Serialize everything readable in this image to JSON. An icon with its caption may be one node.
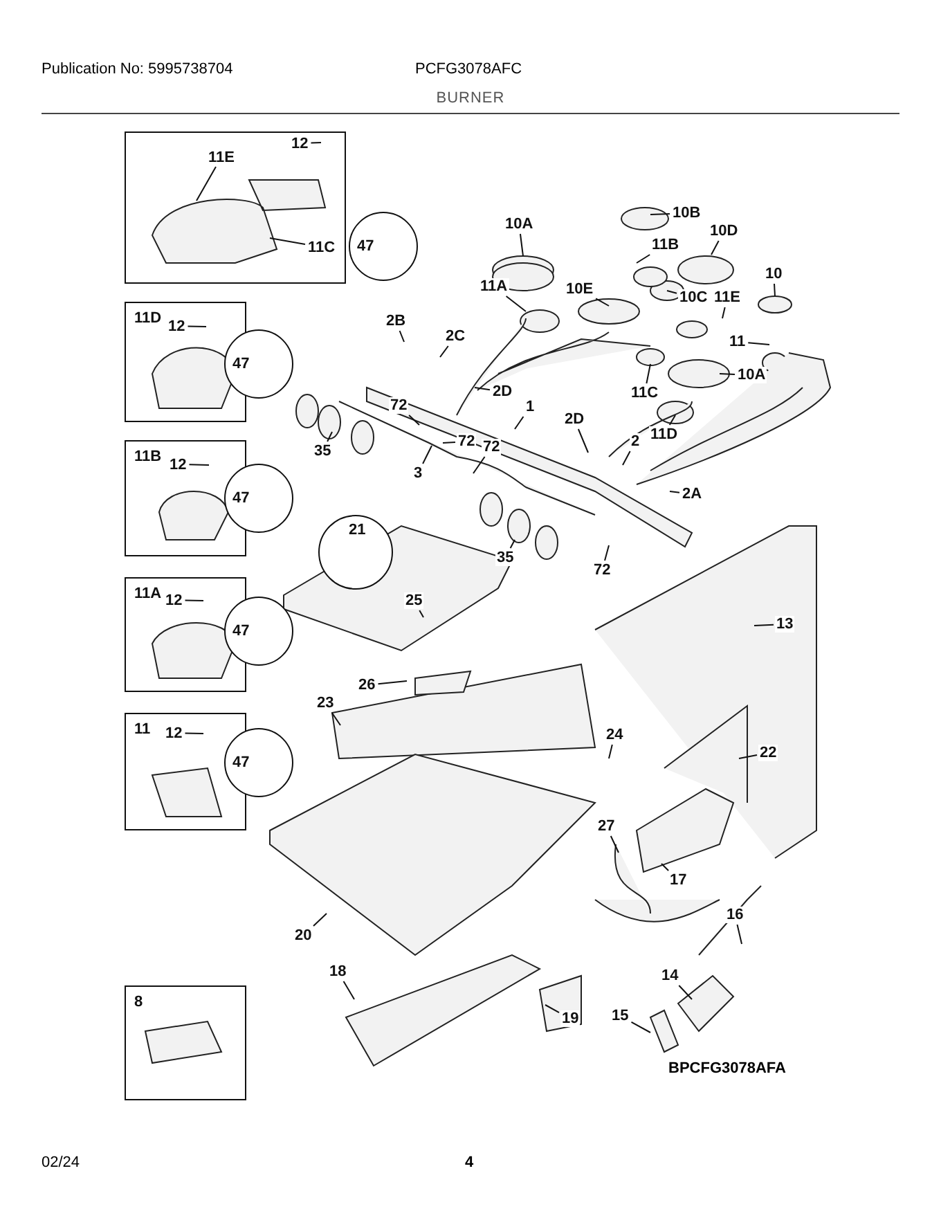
{
  "diagram": {
    "title": "BURNER",
    "nodes": [
      {
        "text": [],
        "shape": "box"
      },
      {
        "text": [
          "11E"
        ],
        "in": 0
      },
      {
        "text": [
          "12"
        ],
        "in": 0
      },
      {
        "text": [
          "11C"
        ],
        "in": 0
      },
      {
        "text": [
          "47"
        ]
      },
      {
        "text": [
          "11D"
        ]
      },
      {
        "text": [
          "12"
        ],
        "in": 5
      },
      {
        "text": [
          "47"
        ]
      },
      {
        "text": [
          "11B"
        ]
      },
      {
        "text": [
          "12"
        ],
        "in": 8
      },
      {
        "text": [
          "47"
        ]
      },
      {
        "text": [
          "11A"
        ]
      },
      {
        "text": [
          "12"
        ],
        "in": 11
      },
      {
        "text": [
          "47"
        ]
      },
      {
        "text": [
          "11"
        ]
      },
      {
        "text": [
          "12"
        ],
        "in": 14
      },
      {
        "text": [
          "47"
        ]
      },
      {
        "text": [
          "8"
        ]
      },
      {
        "text": [
          "21"
        ]
      },
      {
        "text": [
          "10A"
        ]
      },
      {
        "text": [
          "10B"
        ]
      },
      {
        "text": [
          "10D"
        ]
      },
      {
        "text": [
          "11B"
        ]
      },
      {
        "text": [
          "10E"
        ]
      },
      {
        "text": [
          "10C"
        ]
      },
      {
        "text": [
          "11E"
        ]
      },
      {
        "text": [
          "10"
        ]
      },
      {
        "text": [
          "11A"
        ]
      },
      {
        "text": [
          "2B"
        ]
      },
      {
        "text": [
          "2C"
        ]
      },
      {
        "text": [
          "11"
        ]
      },
      {
        "text": [
          "11C"
        ]
      },
      {
        "text": [
          "10A"
        ]
      },
      {
        "text": [
          "2D"
        ]
      },
      {
        "text": [
          "1"
        ]
      },
      {
        "text": [
          "2D"
        ]
      },
      {
        "text": [
          "72"
        ]
      },
      {
        "text": [
          "72"
        ]
      },
      {
        "text": [
          "72"
        ]
      },
      {
        "text": [
          "2"
        ]
      },
      {
        "text": [
          "11D"
        ]
      },
      {
        "text": [
          "35"
        ]
      },
      {
        "text": [
          "3"
        ]
      },
      {
        "text": [
          "2A"
        ]
      },
      {
        "text": [
          "35"
        ]
      },
      {
        "text": [
          "72"
        ]
      },
      {
        "text": [
          "25"
        ]
      },
      {
        "text": [
          "13"
        ]
      },
      {
        "text": [
          "26"
        ]
      },
      {
        "text": [
          "23"
        ]
      },
      {
        "text": [
          "24"
        ]
      },
      {
        "text": [
          "22"
        ]
      },
      {
        "text": [
          "27"
        ]
      },
      {
        "text": [
          "17"
        ]
      },
      {
        "text": [
          "16"
        ]
      },
      {
        "text": [
          "20"
        ]
      },
      {
        "text": [
          "14"
        ]
      },
      {
        "text": [
          "18"
        ]
      },
      {
        "text": [
          "15"
        ]
      },
      {
        "text": [
          "19"
        ]
      }
    ],
    "edges": [
      {
        "from": 1,
        "to": null,
        "arrow": "none"
      },
      {
        "from": 2,
        "to": null,
        "arrow": "none"
      },
      {
        "from": 3,
        "to": null,
        "arrow": "none"
      },
      {
        "from": 6,
        "to": null,
        "arrow": "none"
      },
      {
        "from": 9,
        "to": null,
        "arrow": "none"
      },
      {
        "from": 12,
        "to": null,
        "arrow": "none"
      },
      {
        "from": 15,
        "to": null,
        "arrow": "none"
      },
      {
        "from": 19,
        "to": null,
        "arrow": "none"
      },
      {
        "from": 20,
        "to": null,
        "arrow": "none"
      },
      {
        "from": 21,
        "to": null,
        "arrow": "none"
      },
      {
        "from": 22,
        "to": null,
        "arrow": "none"
      },
      {
        "from": 23,
        "to": null,
        "arrow": "none"
      },
      {
        "from": 24,
        "to": null,
        "arrow": "none"
      },
      {
        "from": 25,
        "to": null,
        "arrow": "none"
      },
      {
        "from": 26,
        "to": null,
        "arrow": "none"
      },
      {
        "from": 27,
        "to": null,
        "arrow": "none"
      },
      {
        "from": 28,
        "to": null,
        "arrow": "none"
      },
      {
        "from": 29,
        "to": null,
        "arrow": "none"
      },
      {
        "from": 30,
        "to": null,
        "arrow": "none"
      },
      {
        "from": 31,
        "to": null,
        "arrow": "none"
      },
      {
        "from": 32,
        "to": null,
        "arrow": "none"
      },
      {
        "from": 33,
        "to": null,
        "arrow": "none"
      },
      {
        "from": 34,
        "to": null,
        "arrow": "none"
      },
      {
        "from": 35,
        "to": null,
        "arrow": "none"
      },
      {
        "from": 36,
        "to": null,
        "arrow": "none"
      },
      {
        "from": 37,
        "to": null,
        "arrow": "none"
      },
      {
        "from": 38,
        "to": null,
        "arrow": "none"
      },
      {
        "from": 39,
        "to": null,
        "arrow": "none"
      },
      {
        "from": 40,
        "to": null,
        "arrow": "none"
      },
      {
        "from": 41,
        "to": null,
        "arrow": "none"
      },
      {
        "from": 42,
        "to": null,
        "arrow": "none"
      },
      {
        "from": 43,
        "to": null,
        "arrow": "none"
      },
      {
        "from": 44,
        "to": null,
        "arrow": "none"
      },
      {
        "from": 45,
        "to": null,
        "arrow": "none"
      },
      {
        "from": 46,
        "to": null,
        "arrow": "none"
      },
      {
        "from": 47,
        "to": null,
        "arrow": "none"
      },
      {
        "from": 48,
        "to": null,
        "arrow": "none"
      },
      {
        "from": 49,
        "to": null,
        "arrow": "none"
      },
      {
        "from": 50,
        "to": null,
        "arrow": "none"
      },
      {
        "from": 51,
        "to": null,
        "arrow": "none"
      },
      {
        "from": 52,
        "to": null,
        "arrow": "none"
      },
      {
        "from": 53,
        "to": null,
        "arrow": "none"
      },
      {
        "from": 54,
        "to": null,
        "arrow": "none"
      },
      {
        "from": 55,
        "to": null,
        "arrow": "none"
      },
      {
        "from": 56,
        "to": null,
        "arrow": "none"
      },
      {
        "from": 57,
        "to": null,
        "arrow": "none"
      },
      {
        "from": 58,
        "to": null,
        "arrow": "none"
      },
      {
        "from": 59,
        "to": null,
        "arrow": "none"
      }
    ],
    "labels": [
      "Publication No: 5995738704",
      "PCFG3078AFC",
      "BPCFG3078AFA",
      "02/24",
      "4"
    ]
  }
}
